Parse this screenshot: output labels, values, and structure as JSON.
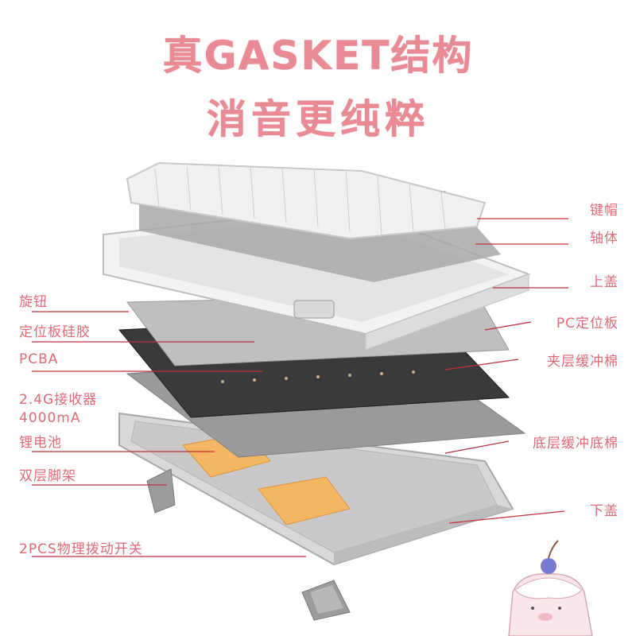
{
  "title": {
    "line1": "真GASKET结构",
    "line2": "消音更纯粹"
  },
  "labels_right": {
    "keycaps": "键帽",
    "switches": "轴体",
    "top_case": "上盖",
    "pc_plate": "PC定位板",
    "interlayer_foam": "夹层缓冲棉",
    "bottom_foam": "底层缓冲底棉",
    "bottom_case": "下盖"
  },
  "labels_left": {
    "knob": "旋钮",
    "plate_gasket": "定位板硅胶",
    "pcba": "PCBA",
    "receiver": "2.4G接收器",
    "battery_line1": "4000mA",
    "battery_line2": "锂电池",
    "feet": "双层脚架",
    "switches_toggle": "2PCS物理拨动开关"
  },
  "colors": {
    "title": "#e98a95",
    "label": "#e06a78",
    "leader": "#c0303a"
  },
  "icons": {
    "mascot": "cherry-pudding-mascot-icon"
  }
}
